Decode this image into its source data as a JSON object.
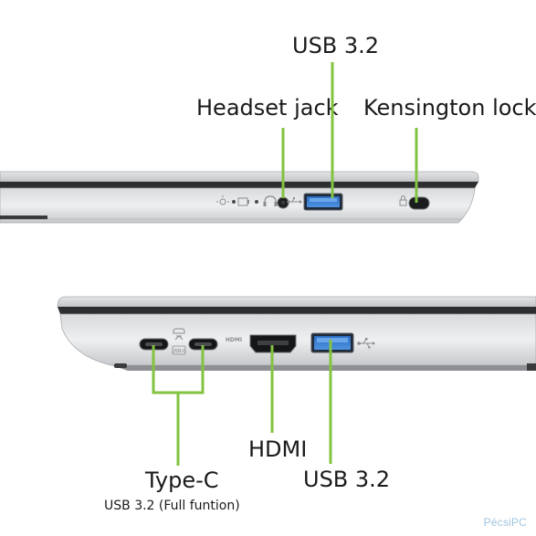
{
  "labels": {
    "usb_top": "USB 3.2",
    "headset": "Headset jack",
    "kensington": "Kensington lock",
    "hdmi": "HDMI",
    "usb_bottom": "USB 3.2",
    "typec": "Type-C",
    "typec_sub": "USB 3.2 (Full funtion)"
  },
  "port_markings": {
    "hdmi_marking": "HDMI",
    "usbc_marking": "USB-C"
  },
  "watermark": "PécsiPC",
  "colors": {
    "callout_green": "#82c341",
    "laptop_silver": "#c9cbce",
    "port_blue": "#3b7fd0"
  },
  "icons": [
    "power-led-icon",
    "battery-led-icon",
    "headset-icon",
    "usb-icon",
    "lock-icon",
    "usb-c-icon",
    "hdmi-icon"
  ]
}
